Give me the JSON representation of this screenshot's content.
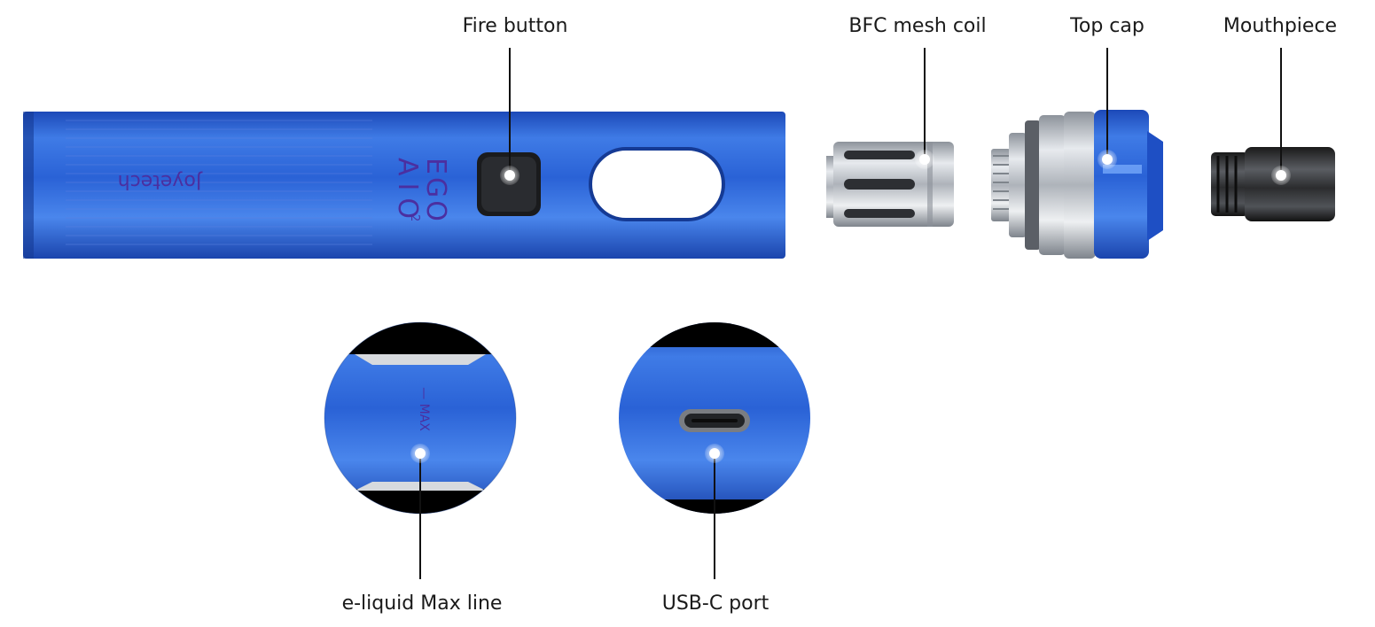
{
  "labels": {
    "fire_button": "Fire button",
    "bfc_mesh_coil": "BFC mesh coil",
    "top_cap": "Top cap",
    "mouthpiece": "Mouthpiece",
    "max_line": "e-liquid Max line",
    "usb_port": "USB-C port"
  },
  "device": {
    "brand": "Joyetech",
    "model_line1": "EGO",
    "model_line2": "AIO",
    "model_superscript": "2",
    "max_mark": "— MAX"
  },
  "colors": {
    "body_blue": "#2a62d6",
    "accent_blue": "#1e4fc4",
    "steel": "#c9cdd3",
    "black": "#111111"
  }
}
